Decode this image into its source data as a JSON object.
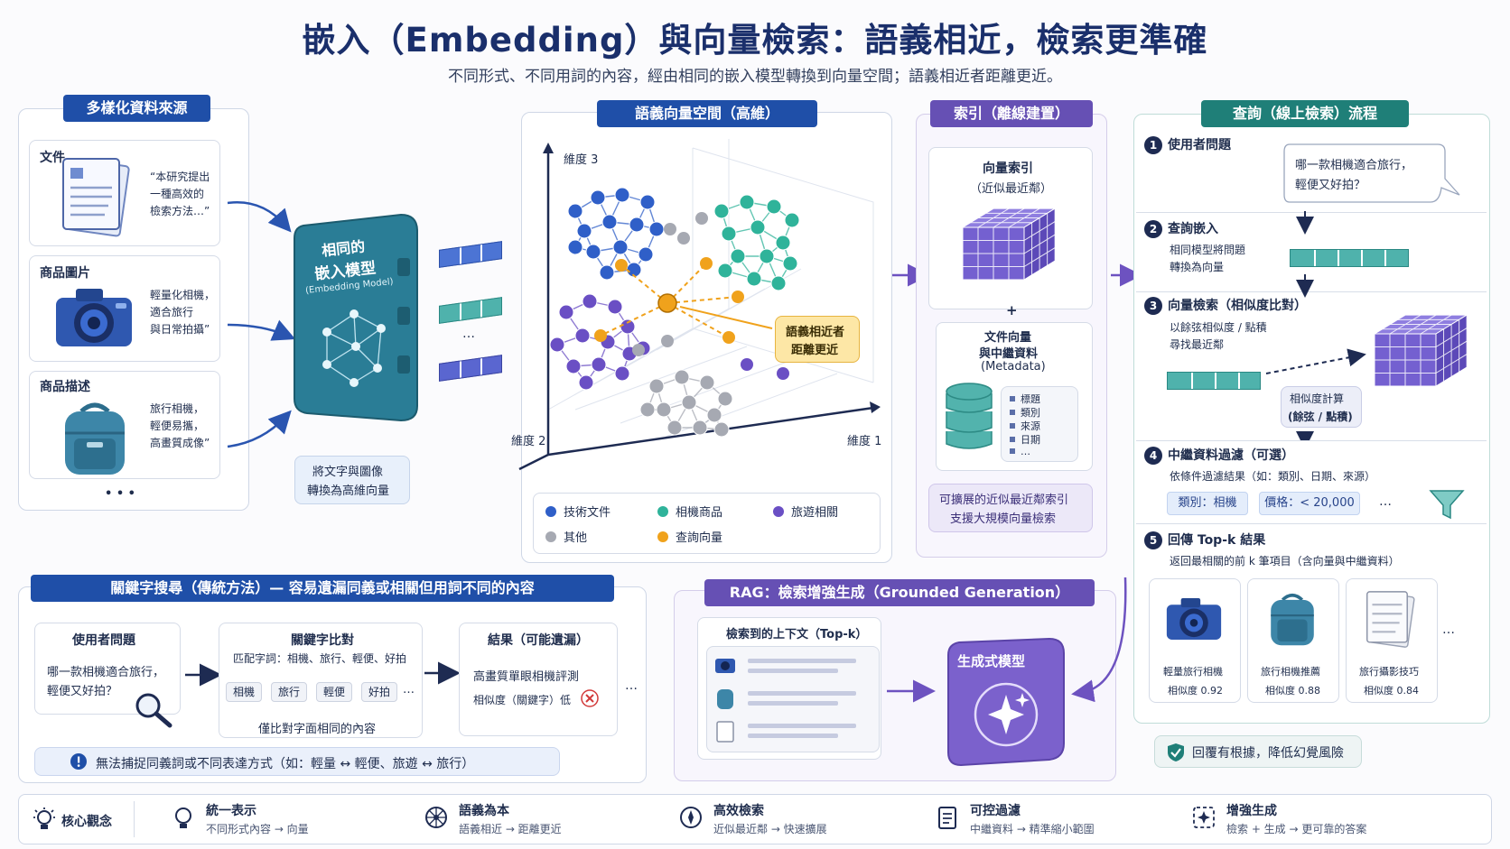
{
  "header": {
    "title": "嵌入（Embedding）與向量檢索：語義相近，檢索更準確",
    "subtitle": "不同形式、不同用詞的內容，經由相同的嵌入模型轉換到向量空間；語義相近者距離更近。"
  },
  "sources": {
    "heading": "多樣化資料來源",
    "items": [
      {
        "label": "文件",
        "text": [
          "“本研究提出",
          "一種高效的",
          "檢索方法…”"
        ]
      },
      {
        "label": "商品圖片",
        "text": [
          "輕量化相機，",
          "適合旅行",
          "與日常拍攝”"
        ]
      },
      {
        "label": "商品描述",
        "text": [
          "旅行相機，",
          "輕便易攜，",
          "高畫質成像”"
        ]
      }
    ],
    "more": "• • •"
  },
  "model": {
    "label_line1": "相同的",
    "label_line2": "嵌入模型",
    "label_en": "(Embedding Model)",
    "caption_line1": "將文字與圖像",
    "caption_line2": "轉換為高維向量",
    "ellipsis": "…"
  },
  "space": {
    "heading": "語義向量空間（高維）",
    "axis3": "維度 3",
    "axis2": "維度 2",
    "axis1": "維度 1",
    "callout_line1": "語義相近者",
    "callout_line2": "距離更近",
    "legend": [
      {
        "label": "技術文件",
        "color": "#2f5fc8"
      },
      {
        "label": "相機商品",
        "color": "#2fb39a"
      },
      {
        "label": "旅遊相關",
        "color": "#6a4fc4"
      },
      {
        "label": "其他",
        "color": "#a6a9b2"
      },
      {
        "label": "查詢向量",
        "color": "#f0a21c"
      }
    ]
  },
  "index": {
    "heading": "索引（離線建置）",
    "vector_index_title": "向量索引",
    "vector_index_sub": "（近似最近鄰）",
    "plus": "+",
    "doc_title1": "文件向量",
    "doc_title2": "與中繼資料",
    "doc_title3": "(Metadata)",
    "meta_fields": [
      "標題",
      "類別",
      "來源",
      "日期",
      "…"
    ],
    "caption_line1": "可擴展的近似最近鄰索引",
    "caption_line2": "支援大規模向量檢索"
  },
  "query": {
    "heading": "查詢（線上檢索）流程",
    "step1": {
      "num": "1",
      "title": "使用者問題",
      "bubble1": "哪一款相機適合旅行，",
      "bubble2": "輕便又好拍？"
    },
    "step2": {
      "num": "2",
      "title": "查詢嵌入",
      "desc1": "相同模型將問題",
      "desc2": "轉換為向量"
    },
    "step3": {
      "num": "3",
      "title": "向量檢索（相似度比對）",
      "desc1": "以餘弦相似度 / 點積",
      "desc2": "尋找最近鄰",
      "calc1": "相似度計算",
      "calc2": "(餘弦 / 點積)"
    },
    "step4": {
      "num": "4",
      "title": "中繼資料過濾（可選）",
      "desc": "依條件過濾結果（如：類別、日期、來源）",
      "filter1": "類別：相機",
      "filter2": "價格：< 20,000",
      "more": "…"
    },
    "step5": {
      "num": "5",
      "title": "回傳 Top-k 結果",
      "desc": "返回最相關的前 k 筆項目（含向量與中繼資料）"
    },
    "results": [
      {
        "name": "輕量旅行相機",
        "score": "相似度 0.92"
      },
      {
        "name": "旅行相機推薦",
        "score": "相似度 0.88"
      },
      {
        "name": "旅行攝影技巧",
        "score": "相似度 0.84"
      }
    ],
    "results_more": "…",
    "grounded": "回覆有根據，降低幻覺風險"
  },
  "keyword": {
    "heading": "關鍵字搜尋（傳統方法）— 容易遺漏同義或相關但用詞不同的內容",
    "q_title": "使用者問題",
    "q_text1": "哪一款相機適合旅行，",
    "q_text2": "輕便又好拍？",
    "match_title": "關鍵字比對",
    "match_sub": "匹配字詞：相機、旅行、輕便、好拍",
    "chips": [
      "相機",
      "旅行",
      "輕便",
      "好拍"
    ],
    "chips_more": "…",
    "match_note": "僅比對字面相同的內容",
    "result_title": "結果（可能遺漏）",
    "result_item": "高畫質單眼相機評測",
    "result_score": "相似度（關鍵字）低",
    "result_more": "…",
    "warning": "無法捕捉同義詞或不同表達方式（如：輕量 ↔ 輕便、旅遊 ↔ 旅行）"
  },
  "rag": {
    "heading": "RAG：檢索增強生成（Grounded Generation）",
    "context_title": "檢索到的上下文（Top-k）",
    "model_label": "生成式模型"
  },
  "footer": {
    "core": "核心觀念",
    "items": [
      {
        "title": "統一表示",
        "desc": "不同形式內容 → 向量",
        "icon": "bulb-icon"
      },
      {
        "title": "語義為本",
        "desc": "語義相近 → 距離更近",
        "icon": "network-icon"
      },
      {
        "title": "高效檢索",
        "desc": "近似最近鄰 → 快速擴展",
        "icon": "compass-icon"
      },
      {
        "title": "可控過濾",
        "desc": "中繼資料 → 精準縮小範圍",
        "icon": "document-icon"
      },
      {
        "title": "增強生成",
        "desc": "檢索 + 生成 → 更可靠的答案",
        "icon": "sparkle-icon"
      }
    ]
  }
}
